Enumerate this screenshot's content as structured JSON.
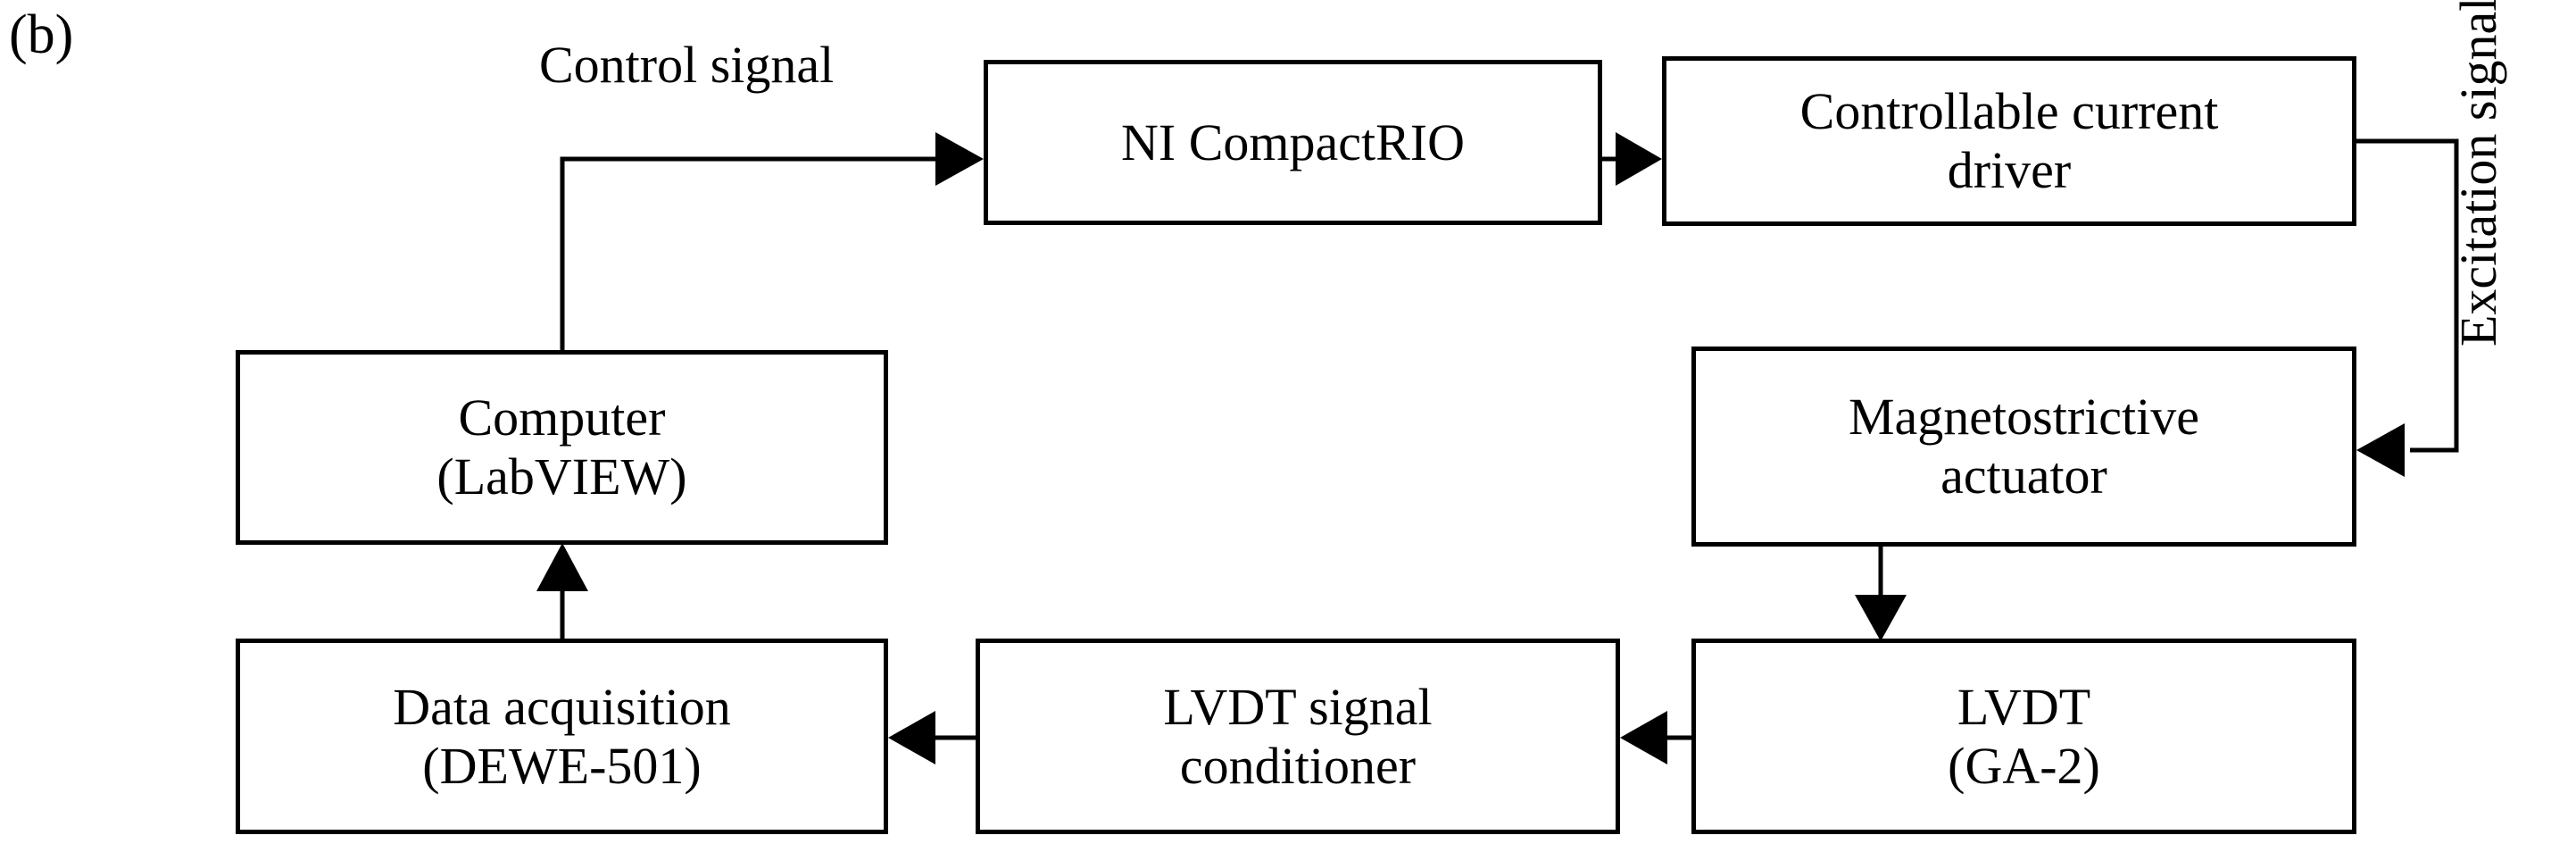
{
  "figure": {
    "panel_label": "(b)",
    "type": "block-diagram"
  },
  "nodes": [
    {
      "id": "ni-compactrio",
      "label": "NI CompactRIO"
    },
    {
      "id": "controllable-current-driver",
      "label": "Controllable current\ndriver"
    },
    {
      "id": "magnetostrictive-actuator",
      "label": "Magnetostrictive\nactuator"
    },
    {
      "id": "computer",
      "label": "Computer\n(LabVIEW)"
    },
    {
      "id": "lvdt",
      "label": "LVDT\n(GA-2)"
    },
    {
      "id": "lvdt-signal-conditioner",
      "label": "LVDT signal\nconditioner"
    },
    {
      "id": "data-acquisition",
      "label": "Data acquisition\n(DEWE-501)"
    }
  ],
  "edge_labels": {
    "control_signal": "Control signal",
    "excitation_signal": "Excitation signal"
  },
  "colors": {
    "stroke": "#000000",
    "fill": "#ffffff",
    "text": "#000000"
  }
}
